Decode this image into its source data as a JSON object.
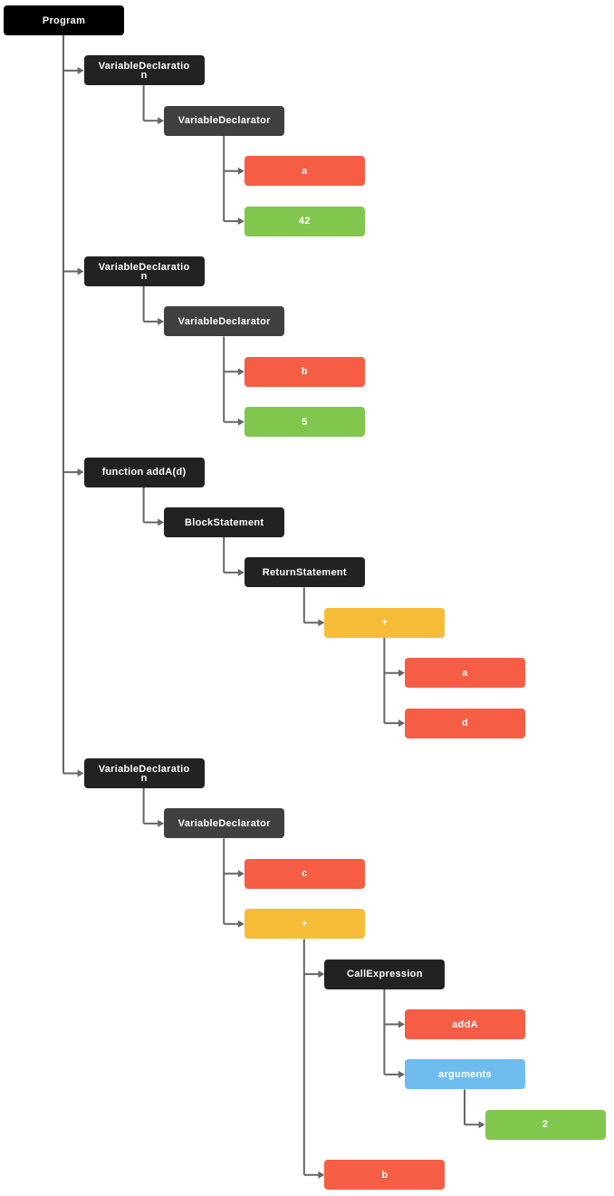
{
  "colors": {
    "root": "#000000",
    "statement": "#222222",
    "declarator": "#404040",
    "identifier": "#f55d44",
    "literal": "#82c74d",
    "operator": "#f6bc38",
    "arguments": "#6fbdef",
    "connector": "#666666"
  },
  "root": {
    "label": "Program",
    "kind": "root",
    "children": [
      {
        "label": "VariableDeclaration",
        "kind": "dark",
        "children": [
          {
            "label": "VariableDeclarator",
            "kind": "gray",
            "children": [
              {
                "label": "a",
                "kind": "red",
                "children": []
              },
              {
                "label": "42",
                "kind": "green",
                "children": []
              }
            ]
          }
        ]
      },
      {
        "label": "VariableDeclaration",
        "kind": "dark",
        "children": [
          {
            "label": "VariableDeclarator",
            "kind": "gray",
            "children": [
              {
                "label": "b",
                "kind": "red",
                "children": []
              },
              {
                "label": "5",
                "kind": "green",
                "children": []
              }
            ]
          }
        ]
      },
      {
        "label": "function addA(d)",
        "kind": "dark",
        "children": [
          {
            "label": "BlockStatement",
            "kind": "dark",
            "children": [
              {
                "label": "ReturnStatement",
                "kind": "dark",
                "children": [
                  {
                    "label": "+",
                    "kind": "yellow",
                    "children": [
                      {
                        "label": "a",
                        "kind": "red",
                        "children": []
                      },
                      {
                        "label": "d",
                        "kind": "red",
                        "children": []
                      }
                    ]
                  }
                ]
              }
            ]
          }
        ]
      },
      {
        "label": "VariableDeclaration",
        "kind": "dark",
        "children": [
          {
            "label": "VariableDeclarator",
            "kind": "gray",
            "children": [
              {
                "label": "c",
                "kind": "red",
                "children": []
              },
              {
                "label": "+",
                "kind": "yellow",
                "children": [
                  {
                    "label": "CallExpression",
                    "kind": "dark",
                    "children": [
                      {
                        "label": "addA",
                        "kind": "red",
                        "children": []
                      },
                      {
                        "label": "arguments",
                        "kind": "blue",
                        "children": [
                          {
                            "label": "2",
                            "kind": "green",
                            "children": []
                          }
                        ]
                      }
                    ]
                  },
                  {
                    "label": "b",
                    "kind": "red",
                    "children": []
                  }
                ]
              }
            ]
          }
        ]
      }
    ]
  }
}
